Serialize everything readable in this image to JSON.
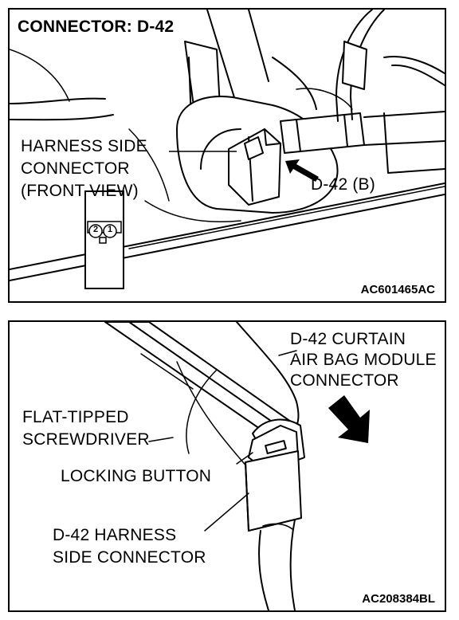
{
  "top_panel": {
    "title": "CONNECTOR: D-42",
    "harness_label_lines": [
      "HARNESS SIDE",
      "CONNECTOR",
      "(FRONT VIEW)"
    ],
    "connector_callout": "D-42 (B)",
    "pin_numbers": [
      "2",
      "1"
    ],
    "figure_code": "AC601465AC"
  },
  "bottom_panel": {
    "module_label_lines": [
      "D-42 CURTAIN",
      "AIR BAG MODULE",
      "CONNECTOR"
    ],
    "screwdriver_label_lines": [
      "FLAT-TIPPED",
      "SCREWDRIVER"
    ],
    "locking_button_label": "LOCKING BUTTON",
    "harness_label_lines": [
      "D-42 HARNESS",
      "SIDE CONNECTOR"
    ],
    "figure_code": "AC208384BL"
  }
}
